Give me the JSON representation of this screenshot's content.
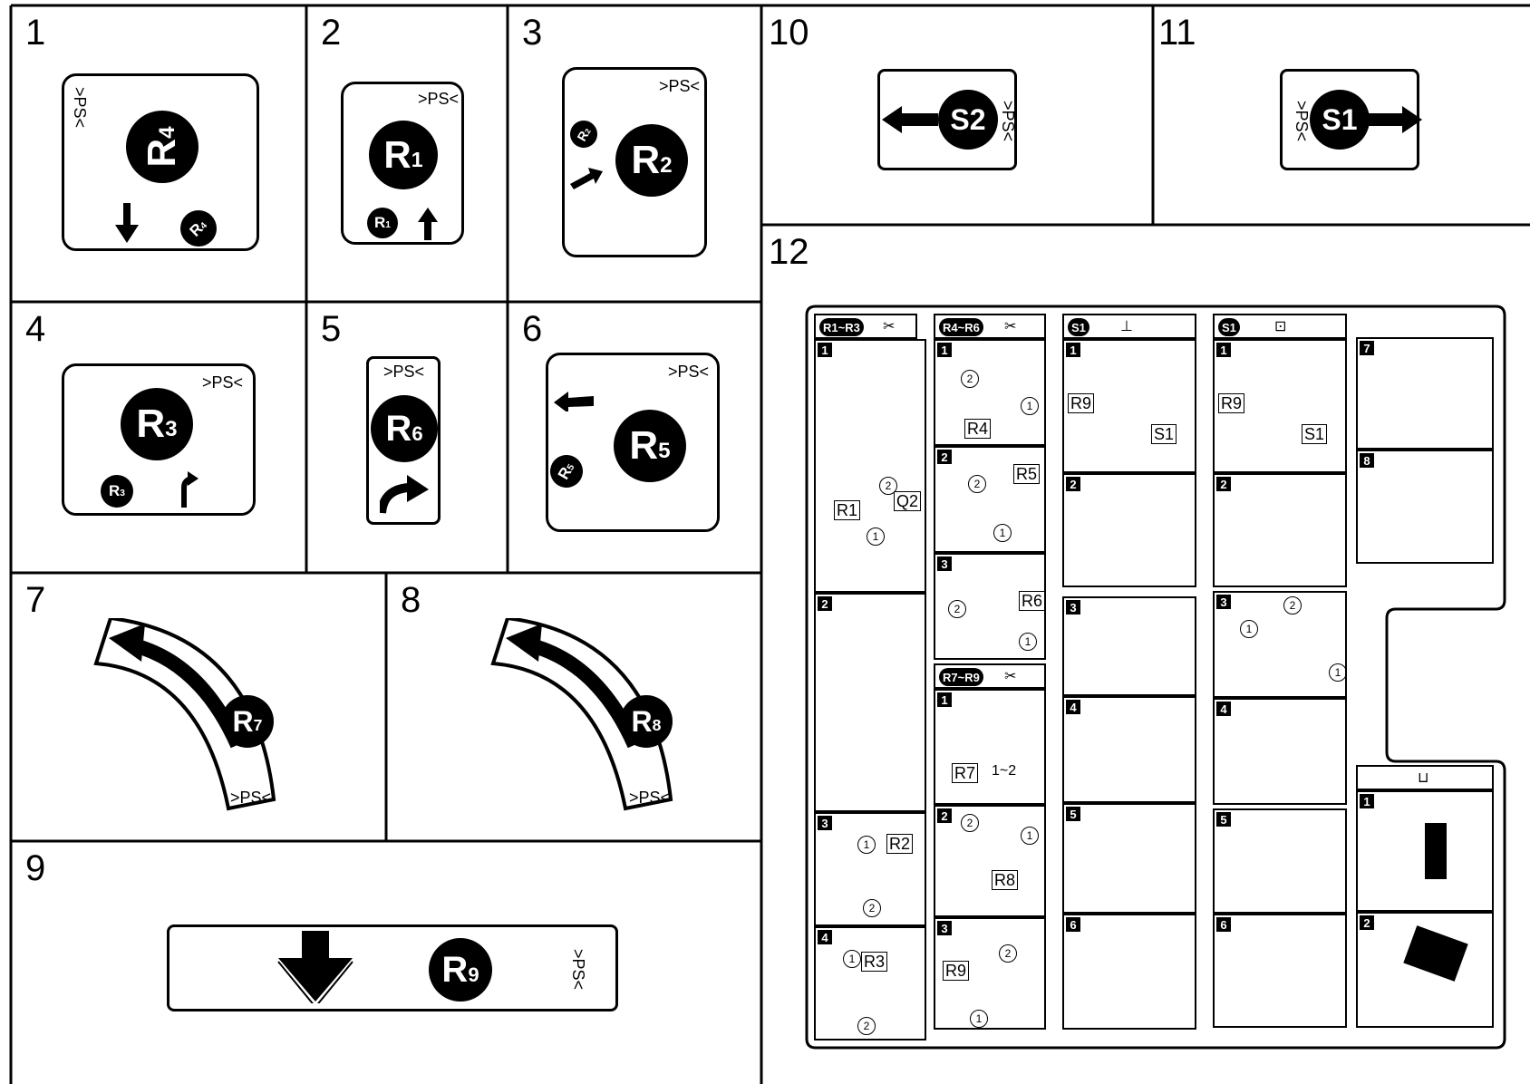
{
  "panels": {
    "p1": {
      "num": "1",
      "ps": ">PS<",
      "main": "R",
      "main_sub": "4",
      "small": "R",
      "small_sub": "4"
    },
    "p2": {
      "num": "2",
      "ps": ">PS<",
      "main": "R",
      "main_sub": "1",
      "small": "R",
      "small_sub": "1"
    },
    "p3": {
      "num": "3",
      "ps": ">PS<",
      "main": "R",
      "main_sub": "2",
      "small": "R",
      "small_sub": "2"
    },
    "p4": {
      "num": "4",
      "ps": ">PS<",
      "main": "R",
      "main_sub": "3",
      "small": "R",
      "small_sub": "3"
    },
    "p5": {
      "num": "5",
      "ps": ">PS<",
      "main": "R",
      "main_sub": "6"
    },
    "p6": {
      "num": "6",
      "ps": ">PS<",
      "main": "R",
      "main_sub": "5",
      "small": "R",
      "small_sub": "5"
    },
    "p7": {
      "num": "7",
      "ps": ">PS<",
      "main": "R",
      "main_sub": "7"
    },
    "p8": {
      "num": "8",
      "ps": ">PS<",
      "main": "R",
      "main_sub": "8"
    },
    "p9": {
      "num": "9",
      "ps": ">PS<",
      "main": "R",
      "main_sub": "9"
    },
    "p10": {
      "num": "10",
      "ps": ">PS<",
      "main": "S2"
    },
    "p11": {
      "num": "11",
      "ps": ">PS<",
      "main": "S1"
    },
    "p12": {
      "num": "12"
    }
  },
  "decal": {
    "col1": {
      "head_a": "R1",
      "head_b": "R3",
      "steps": [
        "1",
        "2",
        "3",
        "4"
      ],
      "tags": [
        "R1",
        "Q2",
        "R2",
        "R3"
      ]
    },
    "col2": {
      "head_a": "R4",
      "head_b": "R6",
      "steps": [
        "1",
        "2",
        "3"
      ],
      "tags": [
        "R4",
        "R5",
        "R6"
      ]
    },
    "col2b": {
      "head_a": "R7",
      "head_b": "R9",
      "steps": [
        "1",
        "2",
        "3"
      ],
      "tags": [
        "R7",
        "1~2",
        "R8",
        "R9"
      ]
    },
    "col3": {
      "head": "S1",
      "steps": [
        "1",
        "2",
        "3",
        "4",
        "5",
        "6"
      ],
      "tags": [
        "R9",
        "S1"
      ]
    },
    "col4": {
      "head": "S1",
      "steps": [
        "1",
        "2",
        "3",
        "4",
        "5",
        "6"
      ],
      "tags": [
        "R9",
        "S1"
      ]
    },
    "col5": {
      "steps": [
        "7",
        "8"
      ]
    },
    "col6": {
      "steps": [
        "1",
        "2"
      ]
    },
    "circled": {
      "one": "1",
      "two": "2"
    },
    "icons": [
      "scissors-wave-icon",
      "staple-remove-icon",
      "staple-refill-icon",
      "punch-waste-icon"
    ]
  }
}
